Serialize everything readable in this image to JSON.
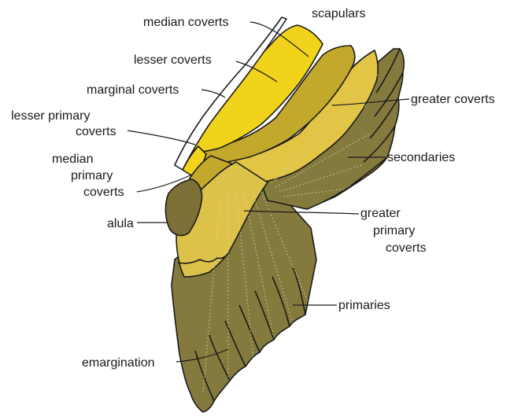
{
  "labels": {
    "scapulars": "scapulars",
    "median_coverts": "median coverts",
    "lesser_coverts": "lesser coverts",
    "marginal_coverts": "marginal coverts",
    "lesser_primary_coverts_1": "lesser primary",
    "lesser_primary_coverts_2": "coverts",
    "median_primary_coverts_1": "median",
    "median_primary_coverts_2": "primary",
    "median_primary_coverts_3": "coverts",
    "alula": "alula",
    "greater_coverts": "greater coverts",
    "secondaries": "secondaries",
    "greater_primary_coverts_1": "greater",
    "greater_primary_coverts_2": "primary",
    "greater_primary_coverts_3": "coverts",
    "primaries": "primaries",
    "emargination": "emargination"
  },
  "colors": {
    "bright_yellow": "#f2d31b",
    "olive_yellow": "#c2a92c",
    "pale_yellow": "#ddc24a",
    "light_yellow": "#e2c545",
    "flight_olive": "#857a3e",
    "alula_olive": "#7c7036",
    "outline": "#1a1a1a"
  }
}
